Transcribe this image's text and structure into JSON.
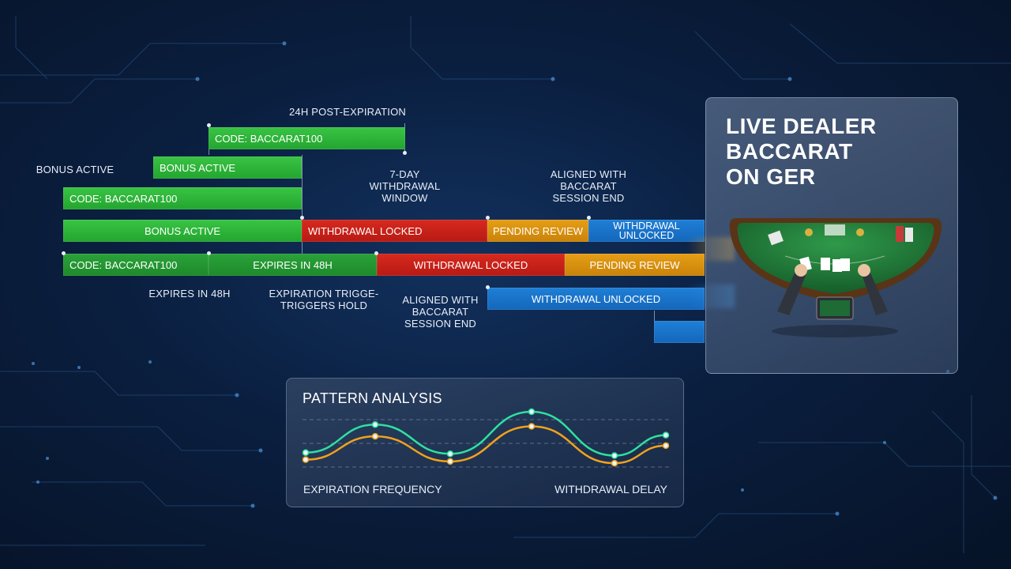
{
  "timeline": {
    "labels": {
      "post_expiration": "24H POST-EXPIRATION",
      "bonus_active_left": "BONUS ACTIVE",
      "withdrawal_window": "7-DAY\nWITHDRAWAL\nWINDOW",
      "aligned_top": "ALIGNED WITH\nBACCARAT\nSESSION END",
      "expires_48h": "EXPIRES IN 48H",
      "expiration_trigger": "EXPIRATION TRIGGE-\nTRIGGERS HOLD",
      "aligned_bottom": "ALIGNED WITH\nBACCARAT\nSESSION END"
    },
    "bars": {
      "code_top": "CODE: BACCARAT100",
      "bonus_active_mid": "BONUS ACTIVE",
      "code_mid": "CODE: BACCARAT100",
      "row1_bonus": "BONUS ACTIVE",
      "row1_locked": "WITHDRAWAL LOCKED",
      "row1_pending": "PENDING REVIEW",
      "row1_unlocked": "WITHDRAWAL\nUNLOCKED",
      "row2_code": "CODE: BACCARAT100",
      "row2_expires": "EXPIRES IN 48H",
      "row2_locked": "WITHDRAWAL LOCKED",
      "row2_pending": "PENDING REVIEW",
      "row3_unlocked": "WITHDRAWAL UNLOCKED"
    },
    "colors": {
      "active": "#2fb83b",
      "locked": "#c9221a",
      "pending": "#d8900f",
      "unlocked": "#1a74c9"
    }
  },
  "dealer": {
    "title": "LIVE DEALER\nBACCARAT\nON GER"
  },
  "pattern": {
    "title": "PATTERN ANALYSIS",
    "legend_left": "EXPIRATION FREQUENCY",
    "legend_right": "WITHDRAWAL DELAY",
    "series": [
      {
        "name": "EXPIRATION FREQUENCY",
        "color": "#2ee0a0",
        "values": [
          0.3,
          0.78,
          0.28,
          1.0,
          0.25,
          0.6
        ]
      },
      {
        "name": "WITHDRAWAL DELAY",
        "color": "#f0a21c",
        "values": [
          0.18,
          0.58,
          0.15,
          0.75,
          0.12,
          0.42
        ]
      }
    ]
  }
}
